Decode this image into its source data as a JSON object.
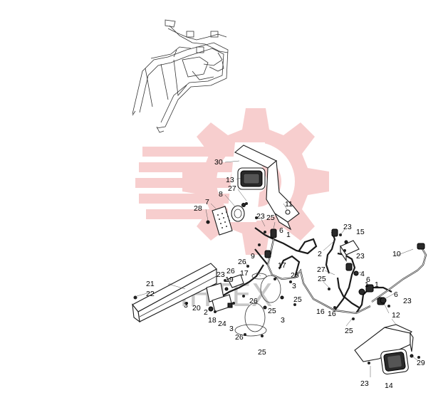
{
  "watermark": {
    "text": "ИНТЕХ",
    "color": "#f2a7a7"
  },
  "callouts": [
    {
      "id": "c30a",
      "text": "30"
    },
    {
      "id": "c13",
      "text": "13"
    },
    {
      "id": "c27a",
      "text": "27"
    },
    {
      "id": "c8",
      "text": "8"
    },
    {
      "id": "c7",
      "text": "7"
    },
    {
      "id": "c28",
      "text": "28"
    },
    {
      "id": "c11",
      "text": "11"
    },
    {
      "id": "c23a",
      "text": "23"
    },
    {
      "id": "c25a",
      "text": "25"
    },
    {
      "id": "c6a",
      "text": "6"
    },
    {
      "id": "c1a",
      "text": "1"
    },
    {
      "id": "c23b",
      "text": "23"
    },
    {
      "id": "c15",
      "text": "15"
    },
    {
      "id": "c2a",
      "text": "2"
    },
    {
      "id": "c23c",
      "text": "23"
    },
    {
      "id": "c10",
      "text": "10"
    },
    {
      "id": "c9",
      "text": "9"
    },
    {
      "id": "c26a",
      "text": "26"
    },
    {
      "id": "c17a",
      "text": "17"
    },
    {
      "id": "c26b",
      "text": "26"
    },
    {
      "id": "c17b",
      "text": "17"
    },
    {
      "id": "c23d",
      "text": "23"
    },
    {
      "id": "c19",
      "text": "19"
    },
    {
      "id": "c21",
      "text": "21"
    },
    {
      "id": "c22",
      "text": "22"
    },
    {
      "id": "c25b",
      "text": "25"
    },
    {
      "id": "c3a",
      "text": "3"
    },
    {
      "id": "c20",
      "text": "20"
    },
    {
      "id": "c2b",
      "text": "2"
    },
    {
      "id": "c18",
      "text": "18"
    },
    {
      "id": "c24",
      "text": "24"
    },
    {
      "id": "c3b",
      "text": "3"
    },
    {
      "id": "c26c",
      "text": "26"
    },
    {
      "id": "c25c",
      "text": "25"
    },
    {
      "id": "c3c",
      "text": "3"
    },
    {
      "id": "c26d",
      "text": "26"
    },
    {
      "id": "c25d",
      "text": "25"
    },
    {
      "id": "c25e",
      "text": "25"
    },
    {
      "id": "c3d",
      "text": "3"
    },
    {
      "id": "c27b",
      "text": "27"
    },
    {
      "id": "c25f",
      "text": "25"
    },
    {
      "id": "c4",
      "text": "4"
    },
    {
      "id": "c1b",
      "text": "1"
    },
    {
      "id": "c6b",
      "text": "6"
    },
    {
      "id": "c1c",
      "text": "1"
    },
    {
      "id": "c6c",
      "text": "6"
    },
    {
      "id": "c23e",
      "text": "23"
    },
    {
      "id": "c16a",
      "text": "16"
    },
    {
      "id": "c16b",
      "text": "16"
    },
    {
      "id": "c12",
      "text": "12"
    },
    {
      "id": "c25g",
      "text": "25"
    },
    {
      "id": "c29",
      "text": "29"
    },
    {
      "id": "c23f",
      "text": "23"
    },
    {
      "id": "c14",
      "text": "14"
    }
  ]
}
